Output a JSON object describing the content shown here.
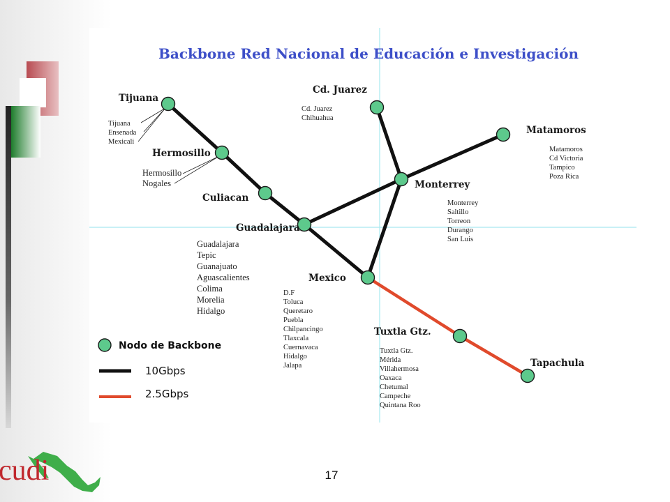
{
  "title": "Backbone Red Nacional de Educación e Investigación",
  "colors": {
    "title": "#3d4fc8",
    "backbone_10g": "#111111",
    "link_2_5g": "#e04a2c",
    "node_fill": "#5dc98c",
    "guide": "#a8e8f0",
    "logo_red": "#c0282e",
    "logo_green": "#3fae4a"
  },
  "nodes": [
    {
      "id": "tijuana",
      "name": "Tijuana",
      "cities": [
        "Tijuana",
        "Ensenada",
        "Mexicali"
      ]
    },
    {
      "id": "hermosillo",
      "name": "Hermosillo",
      "cities": [
        "Hermosillo",
        "Nogales"
      ]
    },
    {
      "id": "culiacan",
      "name": "Culiacan",
      "cities": []
    },
    {
      "id": "guadalajara",
      "name": "Guadalajara",
      "cities": [
        "Guadalajara",
        "Tepic",
        "Guanajuato",
        "Aguascalientes",
        "Colima",
        "Morelia",
        "Hidalgo"
      ]
    },
    {
      "id": "mexico",
      "name": "Mexico",
      "cities": [
        "D.F",
        "Toluca",
        "Queretaro",
        "Puebla",
        "Chilpancingo",
        "Tlaxcala",
        "Cuernavaca",
        "Hidalgo",
        "Jalapa"
      ]
    },
    {
      "id": "cdjuarez",
      "name": "Cd. Juarez",
      "cities": [
        "Cd. Juarez",
        "Chihuahua"
      ]
    },
    {
      "id": "monterrey",
      "name": "Monterrey",
      "cities": [
        "Monterrey",
        "Saltillo",
        "Torreon",
        "Durango",
        "San Luis"
      ]
    },
    {
      "id": "matamoros",
      "name": "Matamoros",
      "cities": [
        "Matamoros",
        "Cd Victoria",
        "Tampico",
        "Poza Rica"
      ]
    },
    {
      "id": "tuxtla",
      "name": "Tuxtla Gtz.",
      "cities": [
        "Tuxtla Gtz.",
        "Mérida",
        "Villahermosa",
        "Oaxaca",
        "Chetumal",
        "Campeche",
        "Quintana Roo"
      ]
    },
    {
      "id": "tapachula",
      "name": "Tapachula",
      "cities": []
    }
  ],
  "links": [
    {
      "from": "tijuana",
      "to": "hermosillo",
      "speed": "10Gbps"
    },
    {
      "from": "hermosillo",
      "to": "culiacan",
      "speed": "10Gbps"
    },
    {
      "from": "culiacan",
      "to": "guadalajara",
      "speed": "10Gbps"
    },
    {
      "from": "guadalajara",
      "to": "mexico",
      "speed": "10Gbps"
    },
    {
      "from": "guadalajara",
      "to": "monterrey",
      "speed": "10Gbps"
    },
    {
      "from": "cdjuarez",
      "to": "monterrey",
      "speed": "10Gbps"
    },
    {
      "from": "monterrey",
      "to": "matamoros",
      "speed": "10Gbps"
    },
    {
      "from": "monterrey",
      "to": "mexico",
      "speed": "10Gbps"
    },
    {
      "from": "mexico",
      "to": "tuxtla",
      "speed": "2.5Gbps"
    },
    {
      "from": "tuxtla",
      "to": "tapachula",
      "speed": "2.5Gbps"
    }
  ],
  "legend": {
    "node": "Nodo de Backbone",
    "line_10g": "10Gbps",
    "line_2_5g": "2.5Gbps"
  },
  "logo": {
    "text": "cudi"
  },
  "page_number": "17"
}
